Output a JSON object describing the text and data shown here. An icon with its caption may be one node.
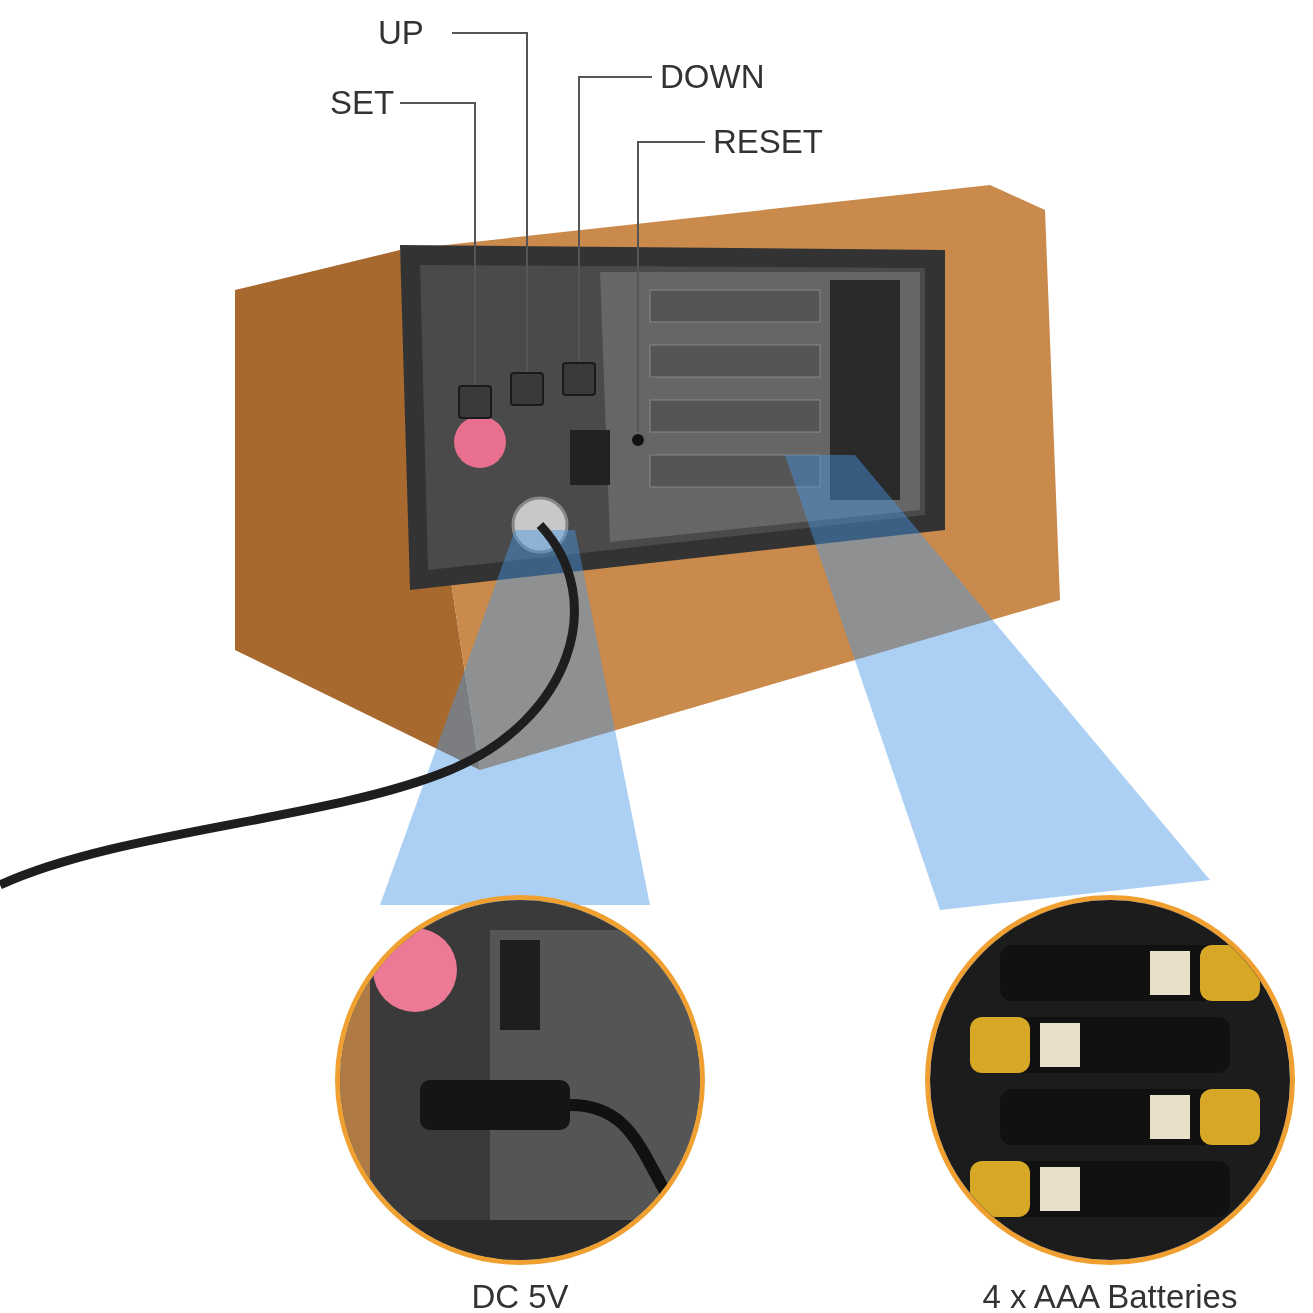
{
  "diagram": {
    "nodes": [
      {
        "text": [
          "UP"
        ]
      },
      {
        "text": [
          "SET"
        ]
      },
      {
        "text": [
          "DOWN"
        ]
      },
      {
        "text": [
          "RESET"
        ]
      },
      {
        "text": [],
        "shape": "picture"
      },
      {
        "text": [],
        "shape": "box",
        "in": 4
      },
      {
        "text": [],
        "shape": "box",
        "in": 4
      },
      {
        "text": [],
        "shape": "box",
        "in": 4
      },
      {
        "text": [],
        "shape": "circle",
        "in": 4
      },
      {
        "text": [],
        "shape": "picture",
        "beside": [
          "DC 5V"
        ]
      },
      {
        "text": [],
        "shape": "picture",
        "beside": [
          "4 x AAA Batteries"
        ]
      }
    ],
    "edges": [
      {
        "from": 0,
        "to": 6,
        "arrow": "none"
      },
      {
        "from": 1,
        "to": 5,
        "arrow": "none"
      },
      {
        "from": 2,
        "to": 7,
        "arrow": "none"
      },
      {
        "from": 3,
        "to": 8,
        "arrow": "none"
      }
    ]
  }
}
